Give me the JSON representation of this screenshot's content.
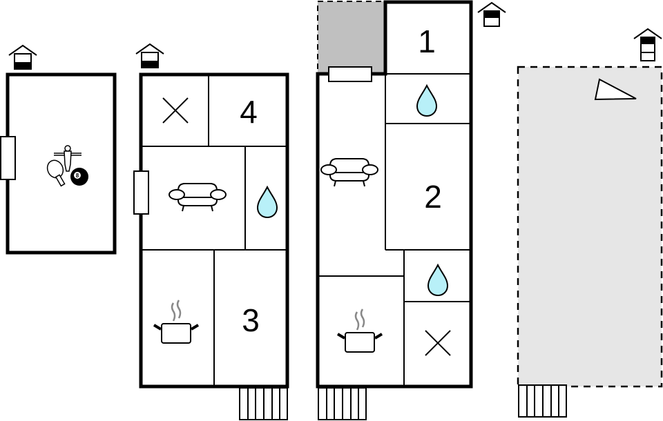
{
  "colors": {
    "wall": "#000000",
    "water": "#b8f0f8",
    "shaded_area": "#c0c0c0",
    "outdoor_area": "#e6e6e6"
  },
  "buildings": [
    {
      "name": "annex-games-room",
      "floor_indicator": "ground-floor-level",
      "icons": [
        "table-tennis-icon",
        "table-football-icon",
        "billiard-ball-icon"
      ],
      "ball_label": "8"
    },
    {
      "name": "building-ground-floor",
      "floor_indicator": "ground-floor-level",
      "rooms": [
        {
          "type": "bedroom",
          "label": "4"
        },
        {
          "type": "other-room",
          "icon": "x-mark-icon"
        },
        {
          "type": "living-room",
          "icon": "sofa-icon"
        },
        {
          "type": "bathroom",
          "icon": "water-drop-icon"
        },
        {
          "type": "kitchen",
          "icon": "cooking-pot-icon"
        },
        {
          "type": "bedroom",
          "label": "3"
        }
      ]
    },
    {
      "name": "building-upper-floor",
      "floor_indicator": "upper-floor-level",
      "rooms": [
        {
          "type": "bedroom",
          "label": "1"
        },
        {
          "type": "bathroom",
          "icon": "water-drop-icon"
        },
        {
          "type": "bedroom",
          "label": "2"
        },
        {
          "type": "living-room",
          "icon": "sofa-icon"
        },
        {
          "type": "bathroom",
          "icon": "water-drop-icon"
        },
        {
          "type": "kitchen",
          "icon": "cooking-pot-icon"
        },
        {
          "type": "other-room",
          "icon": "x-mark-icon"
        }
      ]
    },
    {
      "name": "outdoor-terrace",
      "floor_indicator": "top-floor-level",
      "icons": [
        "triangle-icon"
      ]
    }
  ],
  "labels": {
    "room1": "1",
    "room2": "2",
    "room3": "3",
    "room4": "4",
    "ball": "8"
  }
}
